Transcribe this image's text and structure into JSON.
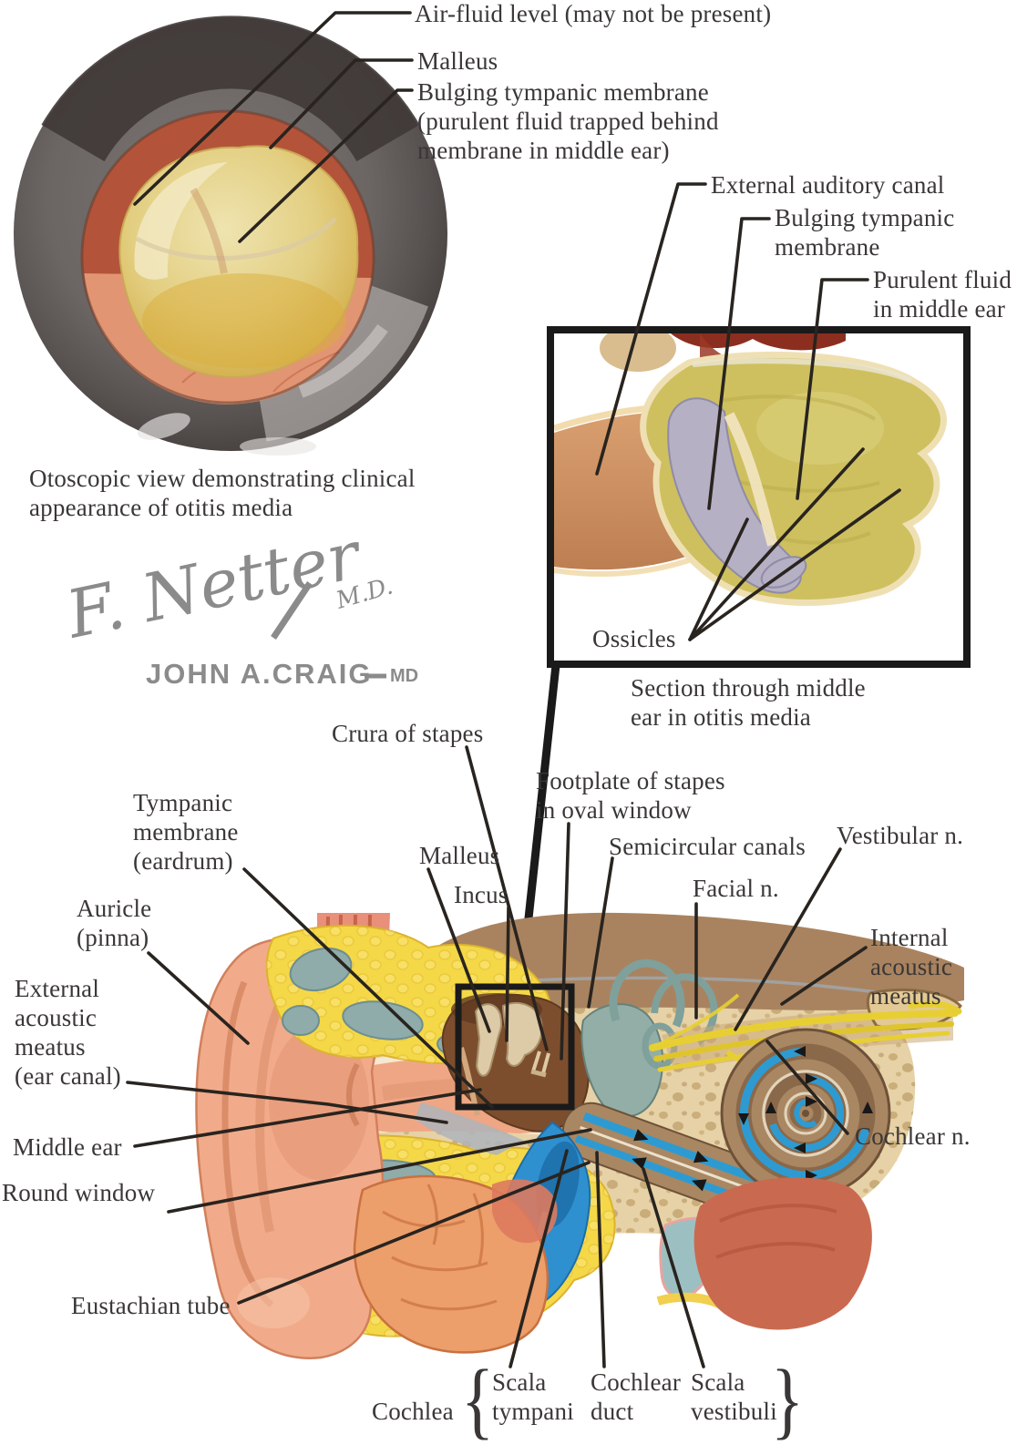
{
  "otoscope": {
    "label_air_fluid": "Air-fluid level (may not be present)",
    "label_malleus": "Malleus",
    "label_bulging_tm": "Bulging tympanic membrane\n(purulent fluid trapped behind\nmembrane in middle ear)",
    "caption": "Otoscopic view demonstrating clinical\nappearance of otitis media"
  },
  "section": {
    "label_external_auditory_canal": "External auditory canal",
    "label_bulging_tm": "Bulging tympanic\nmembrane",
    "label_purulent_fluid": "Purulent fluid\nin middle ear",
    "label_ossicles": "Ossicles",
    "caption": "Section through middle\near in otitis media"
  },
  "cross_section": {
    "label_crura_of_stapes": "Crura of stapes",
    "label_footplate": "Footplate of stapes\nin oval window",
    "label_tympanic_membrane": "Tympanic\nmembrane\n(eardrum)",
    "label_malleus": "Malleus",
    "label_incus": "Incus",
    "label_semicircular_canals": "Semicircular canals",
    "label_vestibular_n": "Vestibular n.",
    "label_facial_n": "Facial n.",
    "label_auricle": "Auricle\n(pinna)",
    "label_internal_acoustic_meatus": "Internal\nacoustic\nmeatus",
    "label_external_acoustic_meatus": "External\nacoustic\nmeatus\n(ear canal)",
    "label_middle_ear": "Middle ear",
    "label_round_window": "Round window",
    "label_cochlear_n": "Cochlear n.",
    "label_eustachian_tube": "Eustachian tube",
    "label_cochlea": "Cochlea",
    "label_scala_tympani": "Scala\ntympani",
    "label_cochlear_duct": "Cochlear\nduct",
    "label_scala_vestibuli": "Scala\nvestibuli",
    "brace_left": "{",
    "brace_right": "}"
  },
  "signature": {
    "artist": "F. Netter",
    "artist_suffix": "M.D.",
    "illustrator": "JOHN A.CRAIG",
    "illustrator_suffix": "MD"
  },
  "colors": {
    "text": "#3a3736",
    "leader_line": "#29241f",
    "speculum_gray": "#6e6866",
    "inflamed_drum_red": "#b3543a",
    "purulent_fluid_yellow": "#cec05f",
    "skin_salmon": "#f1ab8a",
    "fat_yellow": "#f4d847",
    "cartilage_bluegray": "#8fabaa",
    "bone_cream": "#e6d2a6",
    "nerve_yellow": "#e7cf33",
    "duct_blue": "#2d9bd2",
    "eustachian_blue": "#2f90cf",
    "gland_orange": "#ec9e6b",
    "muscle_red": "#c96a50"
  }
}
